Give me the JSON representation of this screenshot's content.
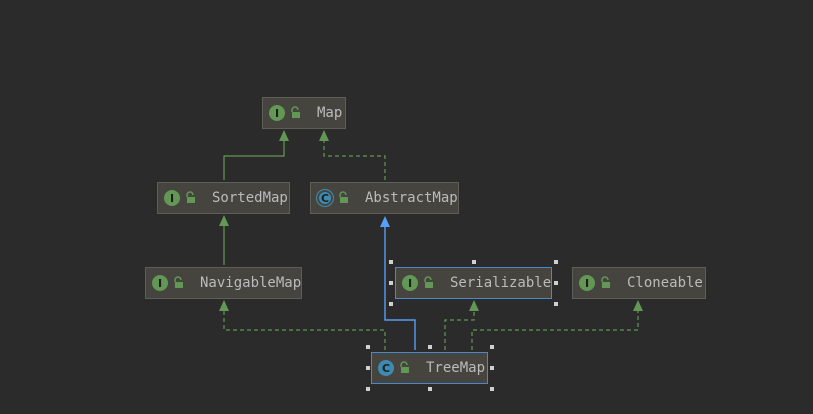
{
  "diagram": {
    "nodes": {
      "map": {
        "label": "Map",
        "kind": "interface",
        "badge": "I"
      },
      "sortedmap": {
        "label": "SortedMap",
        "kind": "interface",
        "badge": "I"
      },
      "abstractmap": {
        "label": "AbstractMap",
        "kind": "abstract-class",
        "badge": "C"
      },
      "navigablemap": {
        "label": "NavigableMap",
        "kind": "interface",
        "badge": "I"
      },
      "serializable": {
        "label": "Serializable",
        "kind": "interface",
        "badge": "I"
      },
      "cloneable": {
        "label": "Cloneable",
        "kind": "interface",
        "badge": "I"
      },
      "treemap": {
        "label": "TreeMap",
        "kind": "class",
        "badge": "C"
      }
    },
    "edges": [
      {
        "from": "sortedmap",
        "to": "map",
        "type": "extends"
      },
      {
        "from": "abstractmap",
        "to": "map",
        "type": "implements"
      },
      {
        "from": "navigablemap",
        "to": "sortedmap",
        "type": "extends"
      },
      {
        "from": "treemap",
        "to": "abstractmap",
        "type": "extends-class"
      },
      {
        "from": "treemap",
        "to": "navigablemap",
        "type": "implements"
      },
      {
        "from": "treemap",
        "to": "serializable",
        "type": "implements"
      },
      {
        "from": "treemap",
        "to": "cloneable",
        "type": "implements"
      }
    ],
    "colors": {
      "background": "#2b2b2b",
      "node_fill": "#45443f",
      "interface_badge": "#629755",
      "class_badge": "#3d8bb0",
      "implements_edge": "#629755",
      "extends_class_edge": "#589df6",
      "selection": "#4a88c7",
      "handle": "#d0d0d0"
    },
    "icons": [
      "interface-icon",
      "class-icon",
      "abstract-class-icon",
      "public-lock-icon"
    ]
  }
}
